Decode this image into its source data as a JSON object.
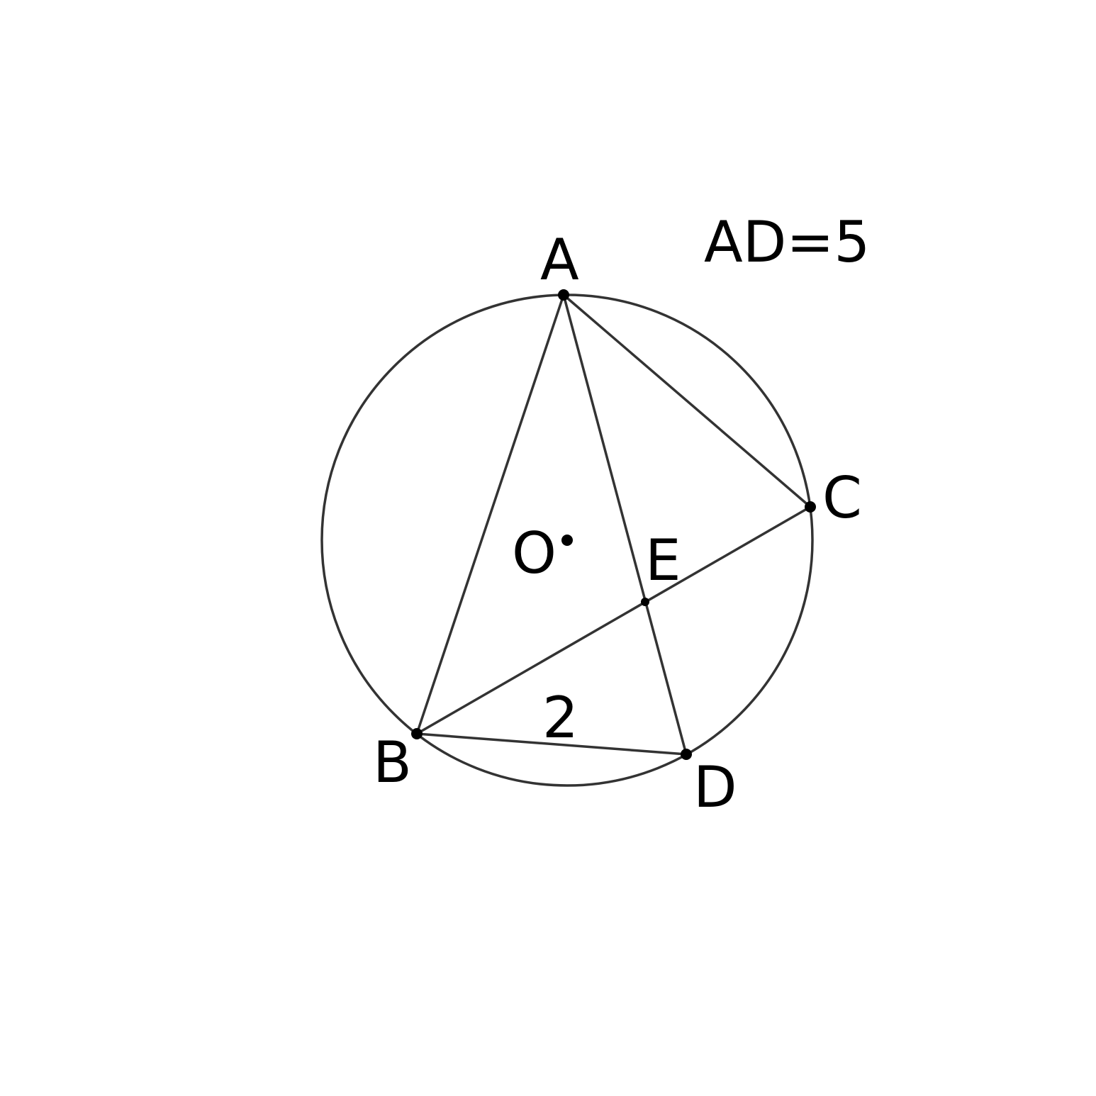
{
  "diagram": {
    "points": {
      "A": "A",
      "B": "B",
      "C": "C",
      "D": "D",
      "E": "E",
      "O": "O"
    },
    "segment_label_BD": "2",
    "given": "AD=5"
  }
}
